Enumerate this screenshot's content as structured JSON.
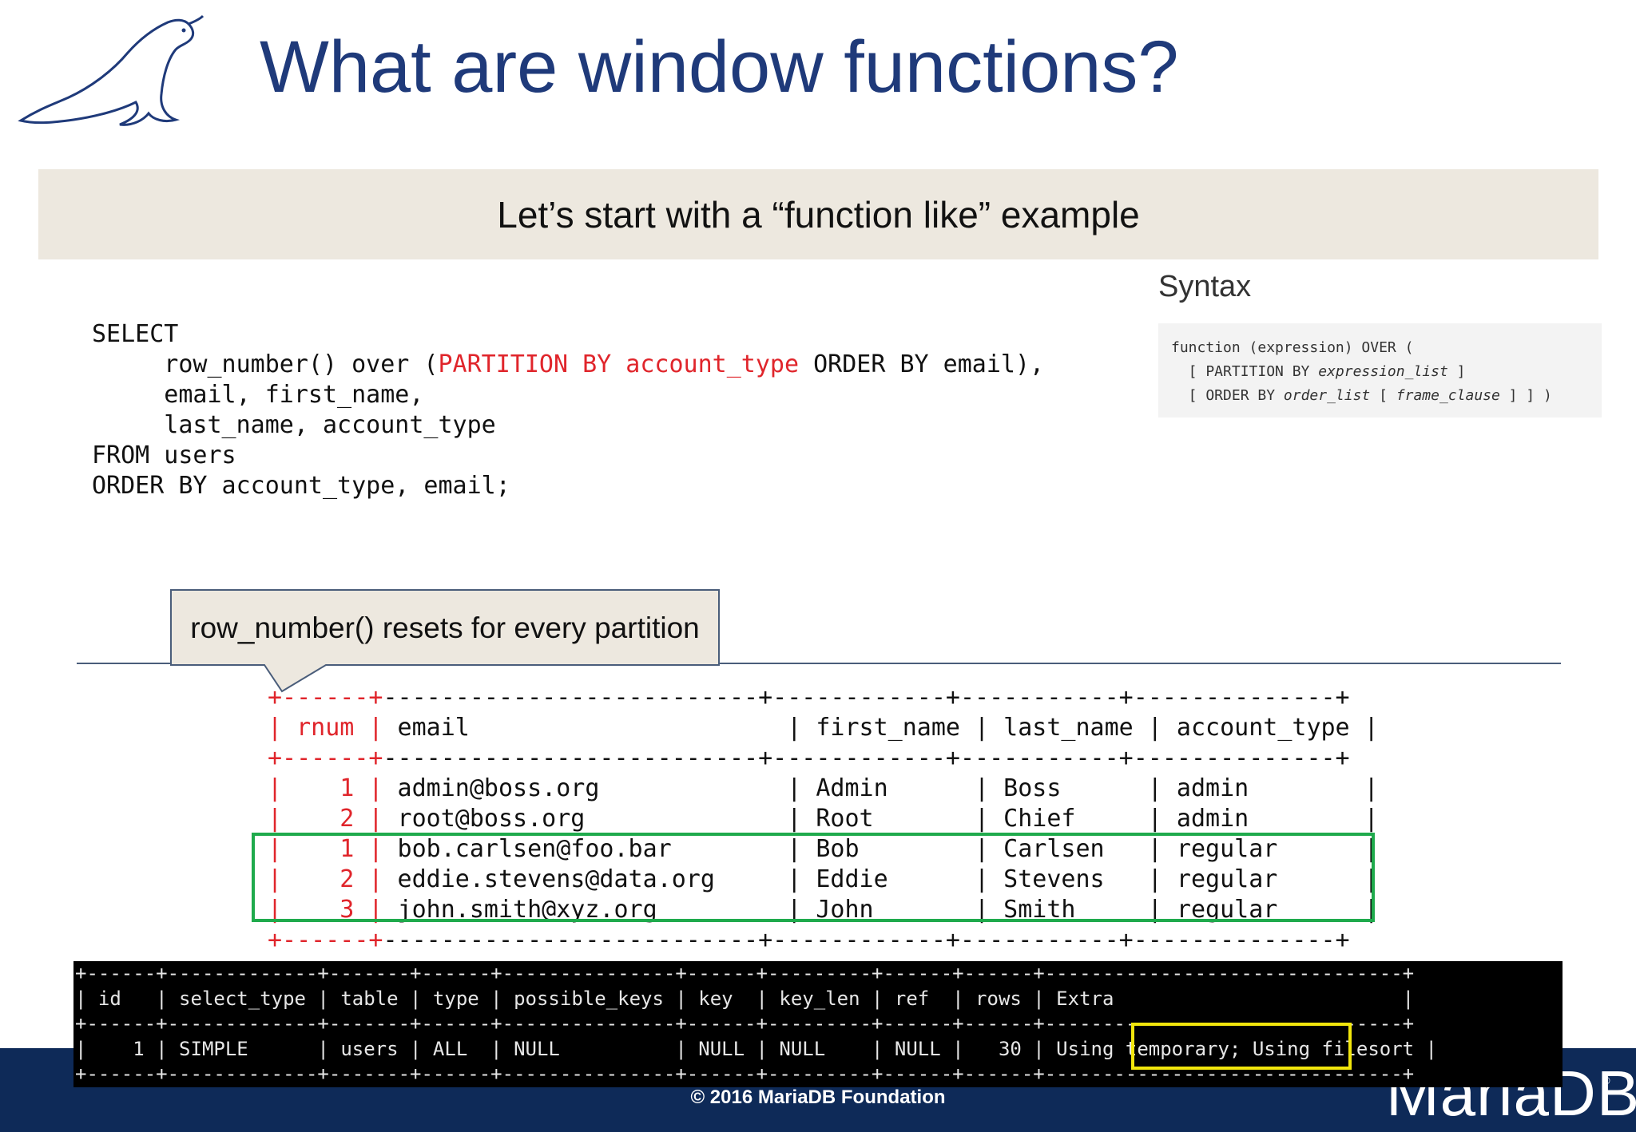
{
  "slide": {
    "title": "What are window functions?",
    "banner": "Let’s start with a “function like” example",
    "syntax_heading": "Syntax"
  },
  "syntax": {
    "l1": "function (expression) OVER (",
    "l2_pre": "  [ PARTITION BY ",
    "l2_it": "expression_list",
    "l2_post": " ]",
    "l3_pre": "  [ ORDER BY ",
    "l3_it1": "order_list",
    "l3_mid": " [ ",
    "l3_it2": "frame_clause",
    "l3_post": " ] ] )"
  },
  "sql": {
    "l1": "SELECT",
    "l2_pre": "     row_number() over (",
    "l2_red": "PARTITION BY account_type",
    "l2_post": " ORDER BY email),",
    "l3": "     email, first_name,",
    "l4": "     last_name, account_type",
    "l5": "FROM users",
    "l6": "ORDER BY account_type, email;"
  },
  "callout": {
    "text": "row_number() resets for every partition"
  },
  "result": {
    "border_left": "+------+",
    "border_right": "--------------------------+------------+-----------+--------------+",
    "header_rnum": "| rnum |",
    "header_rest": " email                      | first_name | last_name | account_type |",
    "rows": [
      {
        "rnum": "|    1 |",
        "rest": " admin@boss.org             | Admin      | Boss      | admin        |"
      },
      {
        "rnum": "|    2 |",
        "rest": " root@boss.org              | Root       | Chief     | admin        |"
      },
      {
        "rnum": "|    1 |",
        "rest": " bob.carlsen@foo.bar        | Bob        | Carlsen   | regular      |"
      },
      {
        "rnum": "|    2 |",
        "rest": " eddie.stevens@data.org     | Eddie      | Stevens   | regular      |"
      },
      {
        "rnum": "|    3 |",
        "rest": " john.smith@xyz.org         | John       | Smith     | regular      |"
      }
    ]
  },
  "explain": {
    "border": "+------+-------------+-------+------+---------------+------+---------+------+------+-------------------------------+",
    "header": "| id   | select_type | table | type | possible_keys | key  | key_len | ref  | rows | Extra                         |",
    "row": "|    1 | SIMPLE      | users | ALL  | NULL          | NULL | NULL    | NULL |   30 | Using temporary; Using filesort |"
  },
  "footer": {
    "copyright": "© 2016 MariaDB Foundation",
    "brand": "MariaDB",
    "registered": "®"
  },
  "colors": {
    "title": "#1f3a7a",
    "highlight_red": "#e0252b",
    "partition_box": "#1faa4c",
    "explain_highlight": "#f1e60c",
    "footer_bg": "#0e2a58"
  }
}
